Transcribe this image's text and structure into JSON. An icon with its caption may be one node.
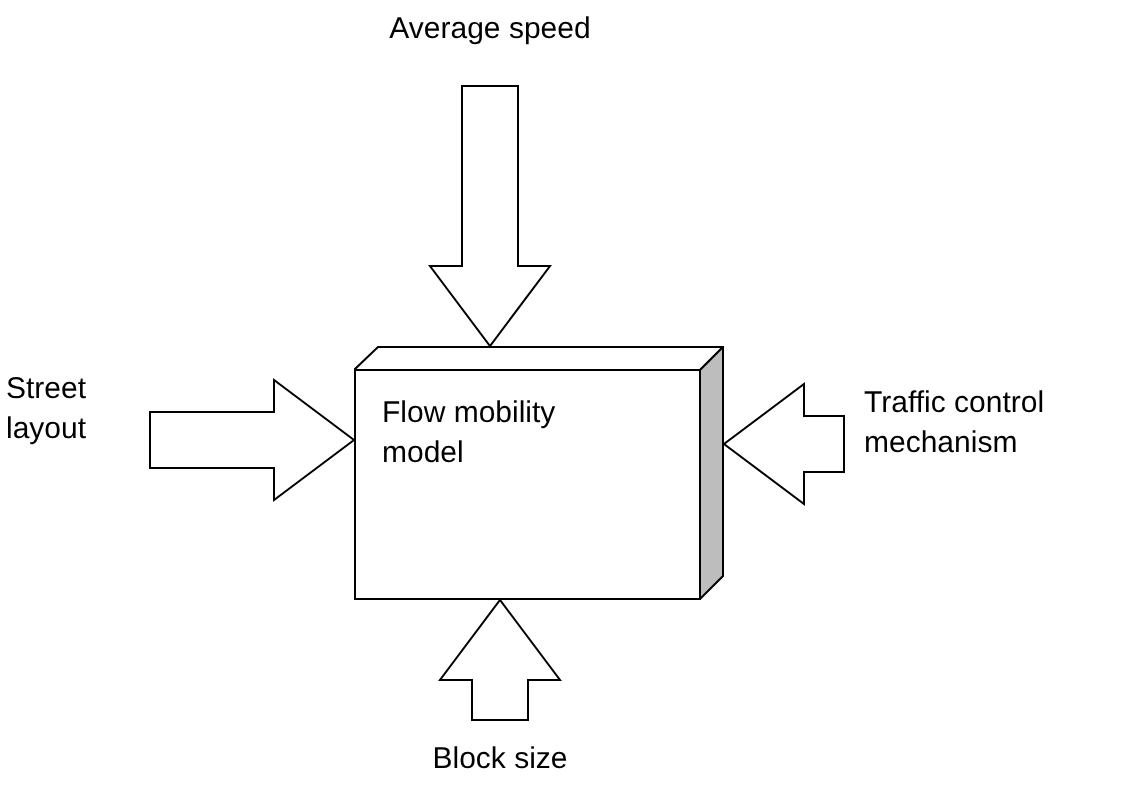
{
  "diagram": {
    "nodes": [
      {
        "text": [
          "Average speed"
        ]
      },
      {
        "text": [
          "Street layout"
        ]
      },
      {
        "text": [
          "Flow mobility model"
        ]
      },
      {
        "text": [
          "Traffic control mechanism"
        ]
      },
      {
        "text": [
          "Block size"
        ]
      }
    ],
    "edges": [
      {
        "from": 0,
        "to": 2,
        "arrow": "to"
      },
      {
        "from": 1,
        "to": 2,
        "arrow": "to"
      },
      {
        "from": 3,
        "to": 2,
        "arrow": "to"
      },
      {
        "from": 4,
        "to": 2,
        "arrow": "to"
      }
    ]
  }
}
